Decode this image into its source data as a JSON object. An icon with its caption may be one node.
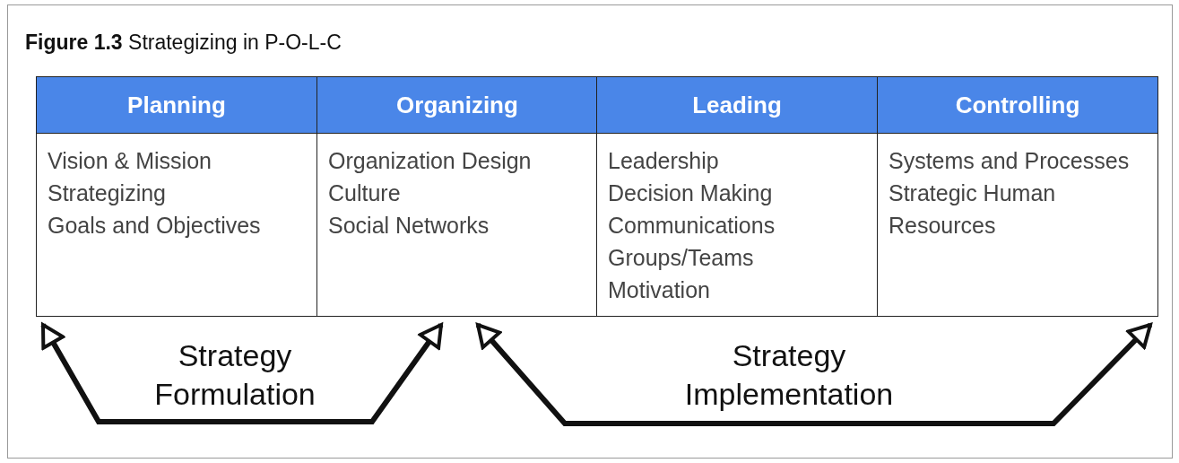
{
  "diagram": {
    "title": "**Figure 1.3** Strategizing in P-O-L-C",
    "nodes": [
      {
        "text": [
          "Planning",
          "Vision & Mission",
          "Strategizing",
          "Goals and Objectives"
        ]
      },
      {
        "text": [
          "Organizing",
          "Organization Design",
          "Culture",
          "Social Networks"
        ]
      },
      {
        "text": [
          "Leading",
          "Leadership",
          "Decision Making",
          "Communications",
          "Groups/Teams",
          "Motivation"
        ]
      },
      {
        "text": [
          "Controlling",
          "Systems and Processes",
          "Strategic Human Resources"
        ]
      }
    ],
    "edges": [
      {
        "from": 0,
        "to": 1,
        "arrow": "both",
        "label": "Strategy Formulation"
      },
      {
        "from": 1,
        "to": 3,
        "arrow": "both",
        "label": "Strategy Implementation"
      }
    ]
  }
}
